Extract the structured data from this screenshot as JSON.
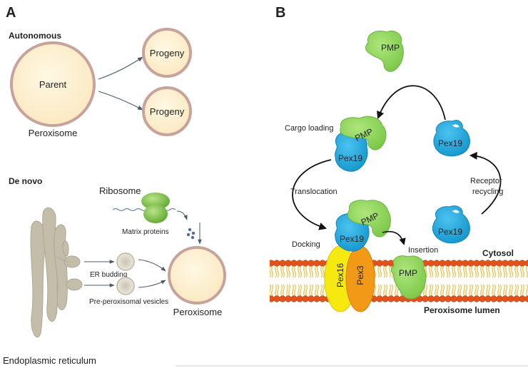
{
  "panel_a": {
    "label": "A",
    "autonomous": {
      "heading": "Autonomous",
      "parent_label": "Parent",
      "parent_caption": "Peroxisome",
      "progeny_1": "Progeny",
      "progeny_2": "Progeny"
    },
    "de_novo": {
      "heading": "De novo",
      "ribosome": "Ribosome",
      "matrix_proteins": "Matrix proteins",
      "er_budding": "ER budding",
      "pre_peroxisomal_vesicles": "Pre-peroxisomal vesicles",
      "peroxisome": "Peroxisome",
      "endoplasmic_reticulum": "Endoplasmic reticulum"
    }
  },
  "panel_b": {
    "label": "B",
    "pmp_free": "PMP",
    "cargo_loading": "Cargo loading",
    "pmp_cargo": "PMP",
    "pex19_cargo": "Pex19",
    "pex19_free": "Pex19",
    "translocation": "Translocation",
    "receptor_recycling_1": "Receptor",
    "receptor_recycling_2": "recycling",
    "docking": "Docking",
    "pex19_docked": "Pex19",
    "pmp_docked": "PMP",
    "insertion": "Insertion",
    "pex19_released": "Pex19",
    "cytosol": "Cytosol",
    "pex16": "Pex16",
    "pex3": "Pex3",
    "pmp_inserted": "PMP",
    "peroxisome_lumen": "Peroxisome lumen"
  },
  "colors": {
    "peroxisome_fill": "#fdf0cf",
    "peroxisome_rim": "#c7a39b",
    "er": "#c3bdaa",
    "pmp_green": "#8fd45a",
    "pex19_blue": "#1ea7dc",
    "pex16_yellow": "#f5e90f",
    "pex3_orange": "#f29a18",
    "lipid_head": "#e2521b",
    "lipid_tail": "#e3b934"
  }
}
